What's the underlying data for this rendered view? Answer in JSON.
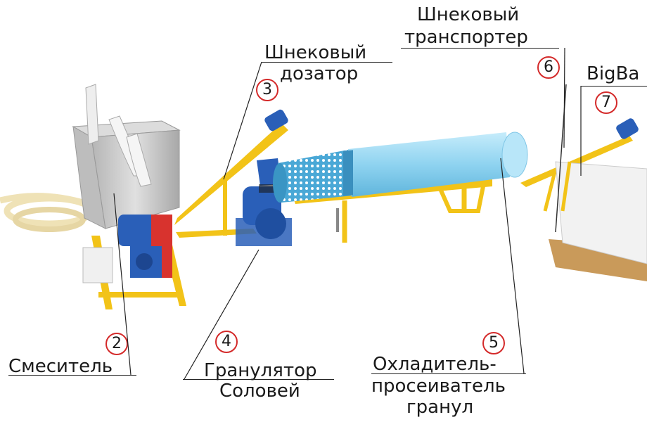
{
  "labels": {
    "auger_dosing": {
      "number": "3",
      "line1": "Шнековый",
      "line2": "дозатор"
    },
    "auger_conveyor": {
      "number": "6",
      "line1": "Шнековый",
      "line2": "транспортер"
    },
    "bigbag": {
      "number": "7",
      "line1": "BigBa"
    },
    "mixer": {
      "number": "2",
      "line1": "Смеситель"
    },
    "granulator": {
      "number": "4",
      "line1": "Гранулятор",
      "line2": "Соловей"
    },
    "cooler": {
      "number": "5",
      "line1": "Охладитель-",
      "line2": "просеиватель",
      "line3": "гранул"
    }
  },
  "colors": {
    "frame_yellow": "#f2c318",
    "drum_blue": "#8fd3f0",
    "motor_blue": "#2a5fb8",
    "gear_red": "#d8332e",
    "steel": "#c9c9c9",
    "hose": "#efe2b6",
    "number_ring": "#d42a2a"
  }
}
